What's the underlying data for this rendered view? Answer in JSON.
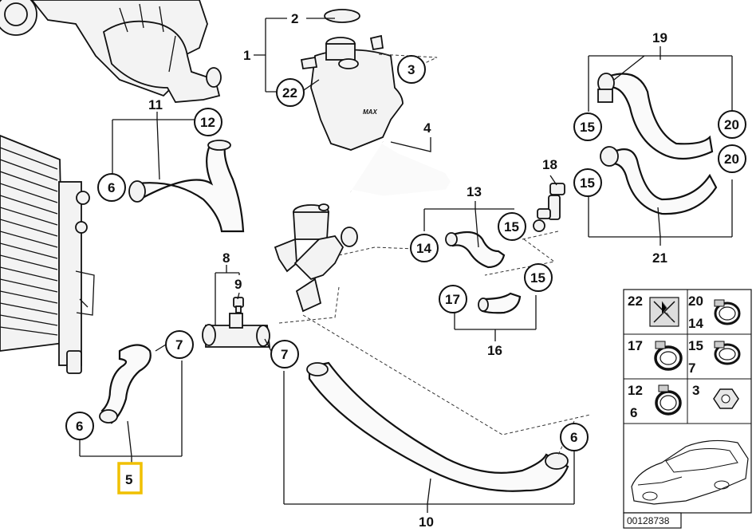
{
  "diagram": {
    "callouts": [
      {
        "key": "c2",
        "text": "2"
      },
      {
        "key": "c1",
        "text": "1"
      },
      {
        "key": "c3",
        "text": "3"
      },
      {
        "key": "c22",
        "text": "22"
      },
      {
        "key": "c4",
        "text": "4"
      },
      {
        "key": "c11",
        "text": "11"
      },
      {
        "key": "c12",
        "text": "12"
      },
      {
        "key": "c6a",
        "text": "6"
      },
      {
        "key": "c19",
        "text": "19"
      },
      {
        "key": "c15a",
        "text": "15"
      },
      {
        "key": "c20a",
        "text": "20"
      },
      {
        "key": "c15b",
        "text": "15"
      },
      {
        "key": "c20b",
        "text": "20"
      },
      {
        "key": "c21",
        "text": "21"
      },
      {
        "key": "c18",
        "text": "18"
      },
      {
        "key": "c13",
        "text": "13"
      },
      {
        "key": "c15c",
        "text": "15"
      },
      {
        "key": "c14",
        "text": "14"
      },
      {
        "key": "c15d",
        "text": "15"
      },
      {
        "key": "c17",
        "text": "17"
      },
      {
        "key": "c16",
        "text": "16"
      },
      {
        "key": "c8",
        "text": "8"
      },
      {
        "key": "c9",
        "text": "9"
      },
      {
        "key": "c7a",
        "text": "7"
      },
      {
        "key": "c7b",
        "text": "7"
      },
      {
        "key": "c6b",
        "text": "6"
      },
      {
        "key": "c5",
        "text": "5"
      },
      {
        "key": "c10",
        "text": "10"
      },
      {
        "key": "c6c",
        "text": "6"
      }
    ],
    "highlighted_callout": "5",
    "highlight_color": "#f0c000",
    "tank_marking": "MAX",
    "legend": {
      "cells": [
        {
          "a": "22",
          "b": ""
        },
        {
          "a": "20",
          "b": "14"
        },
        {
          "a": "17",
          "b": ""
        },
        {
          "a": "15",
          "b": "7"
        },
        {
          "a": "12",
          "b": "6"
        },
        {
          "a": "3",
          "b": ""
        }
      ]
    },
    "reference_number": "00128738"
  }
}
